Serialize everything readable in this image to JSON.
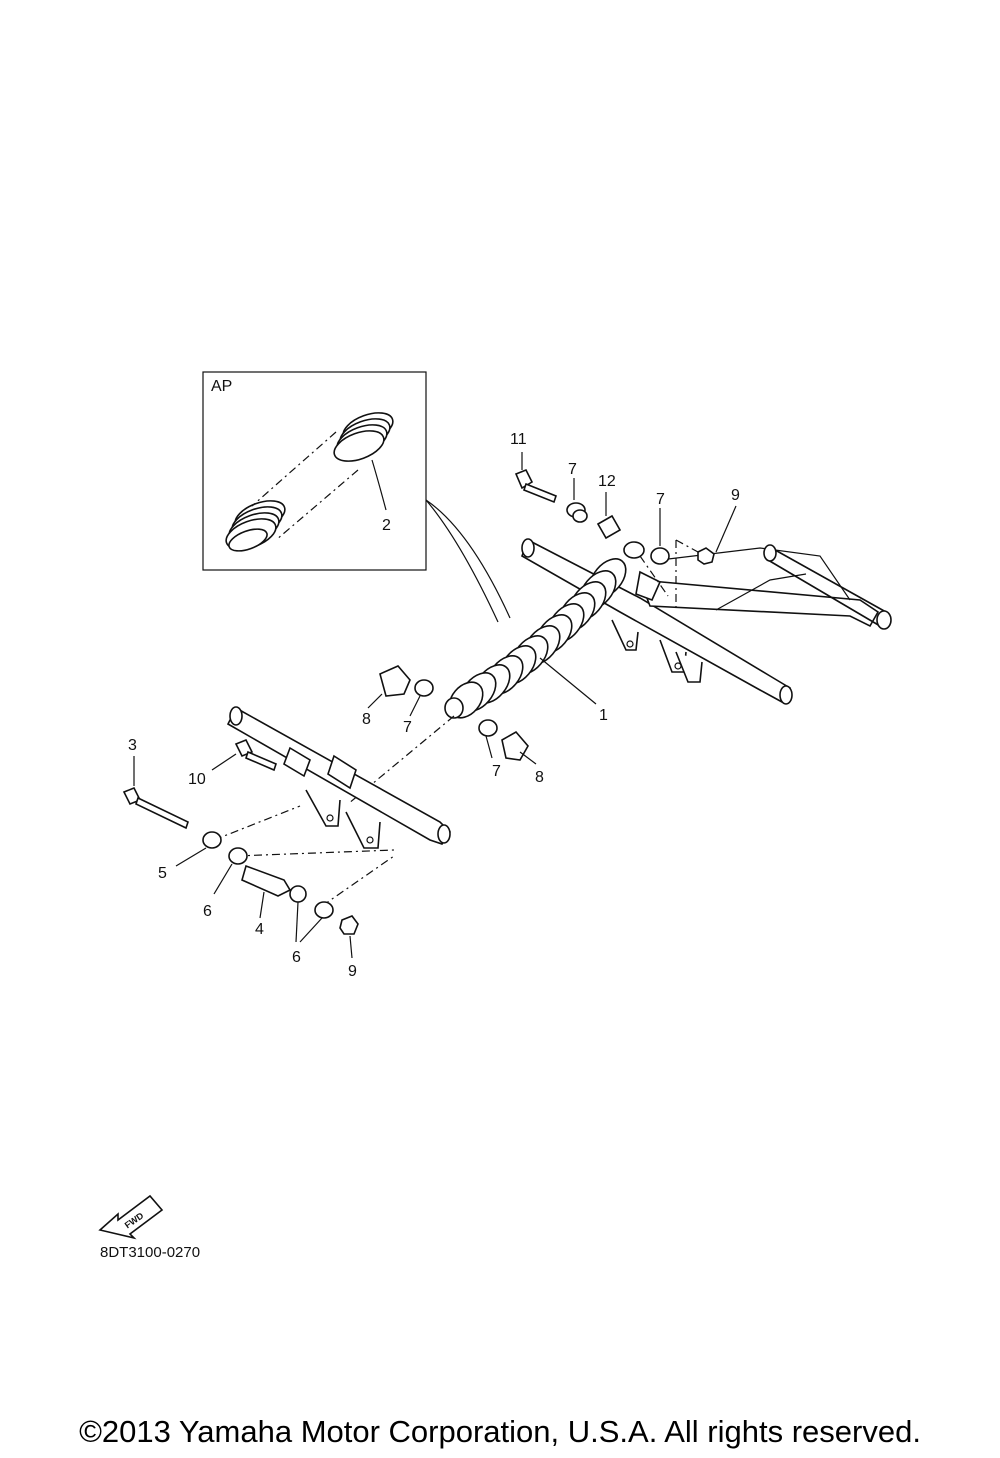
{
  "inset": {
    "label": "AP"
  },
  "callouts": [
    "1",
    "2",
    "3",
    "4",
    "5",
    "6",
    "6",
    "7",
    "7",
    "7",
    "7",
    "8",
    "8",
    "9",
    "9",
    "10",
    "11",
    "12"
  ],
  "fwd_label": "FWD",
  "drawing_code": "8DT3100-0270",
  "copyright": "©2013 Yamaha Motor Corporation, U.S.A. All rights reserved."
}
